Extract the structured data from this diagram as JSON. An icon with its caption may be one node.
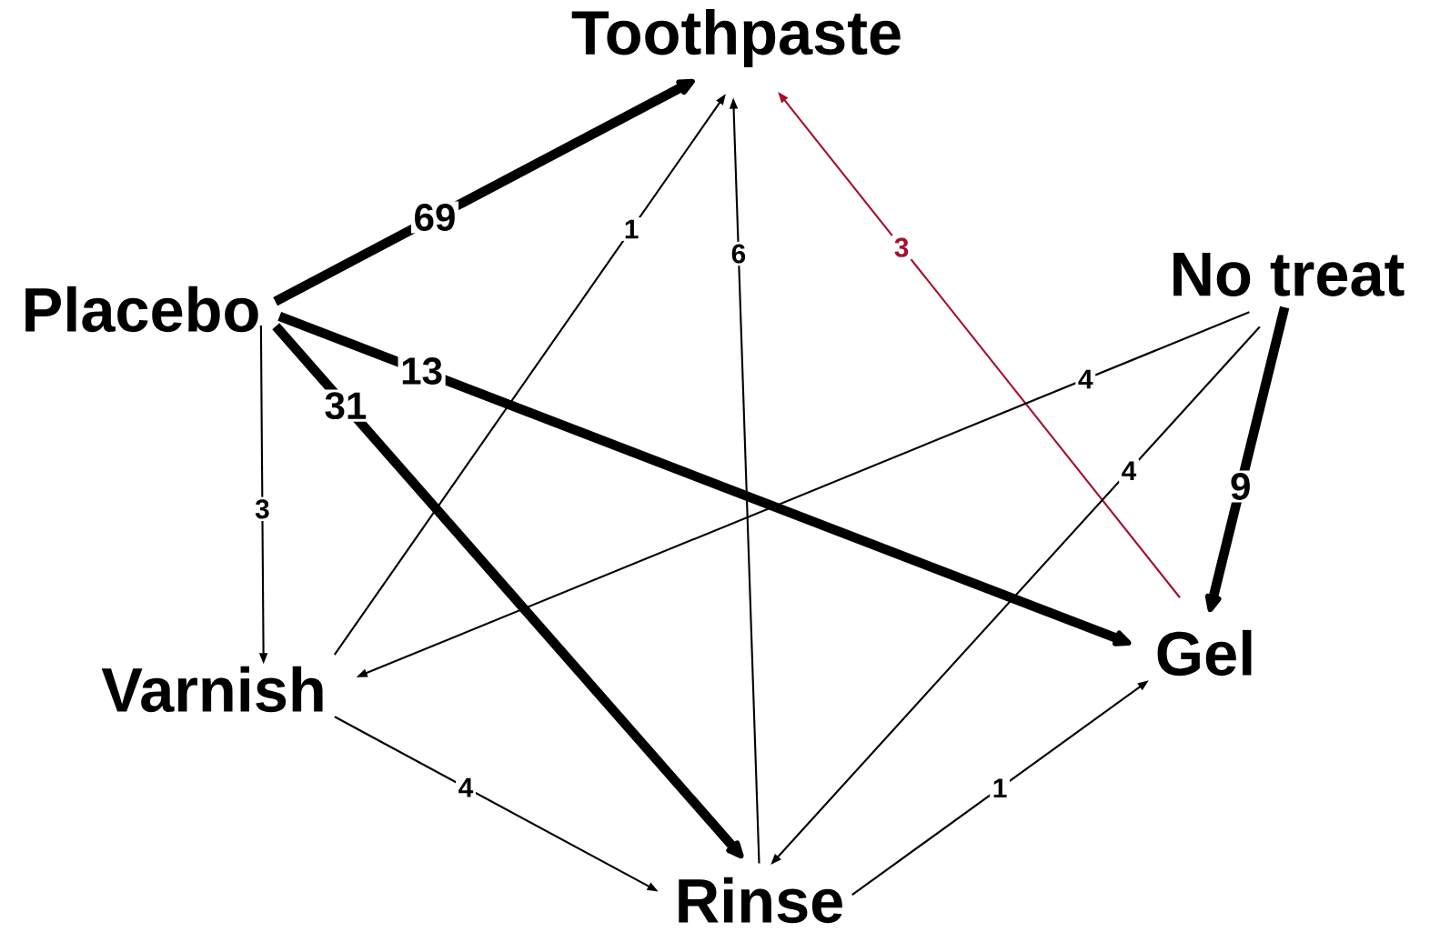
{
  "diagram": {
    "nodes": [
      {
        "text": [
          "Toothpaste"
        ]
      },
      {
        "text": [
          "Placebo"
        ]
      },
      {
        "text": [
          "No treat"
        ]
      },
      {
        "text": [
          "Varnish"
        ]
      },
      {
        "text": [
          "Gel"
        ]
      },
      {
        "text": [
          "Rinse"
        ]
      }
    ],
    "edges": [
      {
        "from": 1,
        "to": 0,
        "arrow": "to",
        "label": "69",
        "style": "thick"
      },
      {
        "from": 1,
        "to": 4,
        "arrow": "to",
        "label": "13",
        "style": "thick"
      },
      {
        "from": 1,
        "to": 5,
        "arrow": "to",
        "label": "31",
        "style": "thick"
      },
      {
        "from": 1,
        "to": 3,
        "arrow": "to",
        "label": "3"
      },
      {
        "from": 3,
        "to": 0,
        "arrow": "to",
        "label": "1"
      },
      {
        "from": 5,
        "to": 0,
        "arrow": "to",
        "label": "6"
      },
      {
        "from": 4,
        "to": 0,
        "arrow": "to",
        "label": "3",
        "color": "#a50f2d"
      },
      {
        "from": 2,
        "to": 3,
        "arrow": "to",
        "label": "4"
      },
      {
        "from": 2,
        "to": 5,
        "arrow": "to",
        "label": "4"
      },
      {
        "from": 2,
        "to": 4,
        "arrow": "to",
        "label": "9",
        "style": "thick"
      },
      {
        "from": 3,
        "to": 5,
        "arrow": "to",
        "label": "4"
      },
      {
        "from": 5,
        "to": 4,
        "arrow": "to",
        "label": "1"
      }
    ]
  }
}
